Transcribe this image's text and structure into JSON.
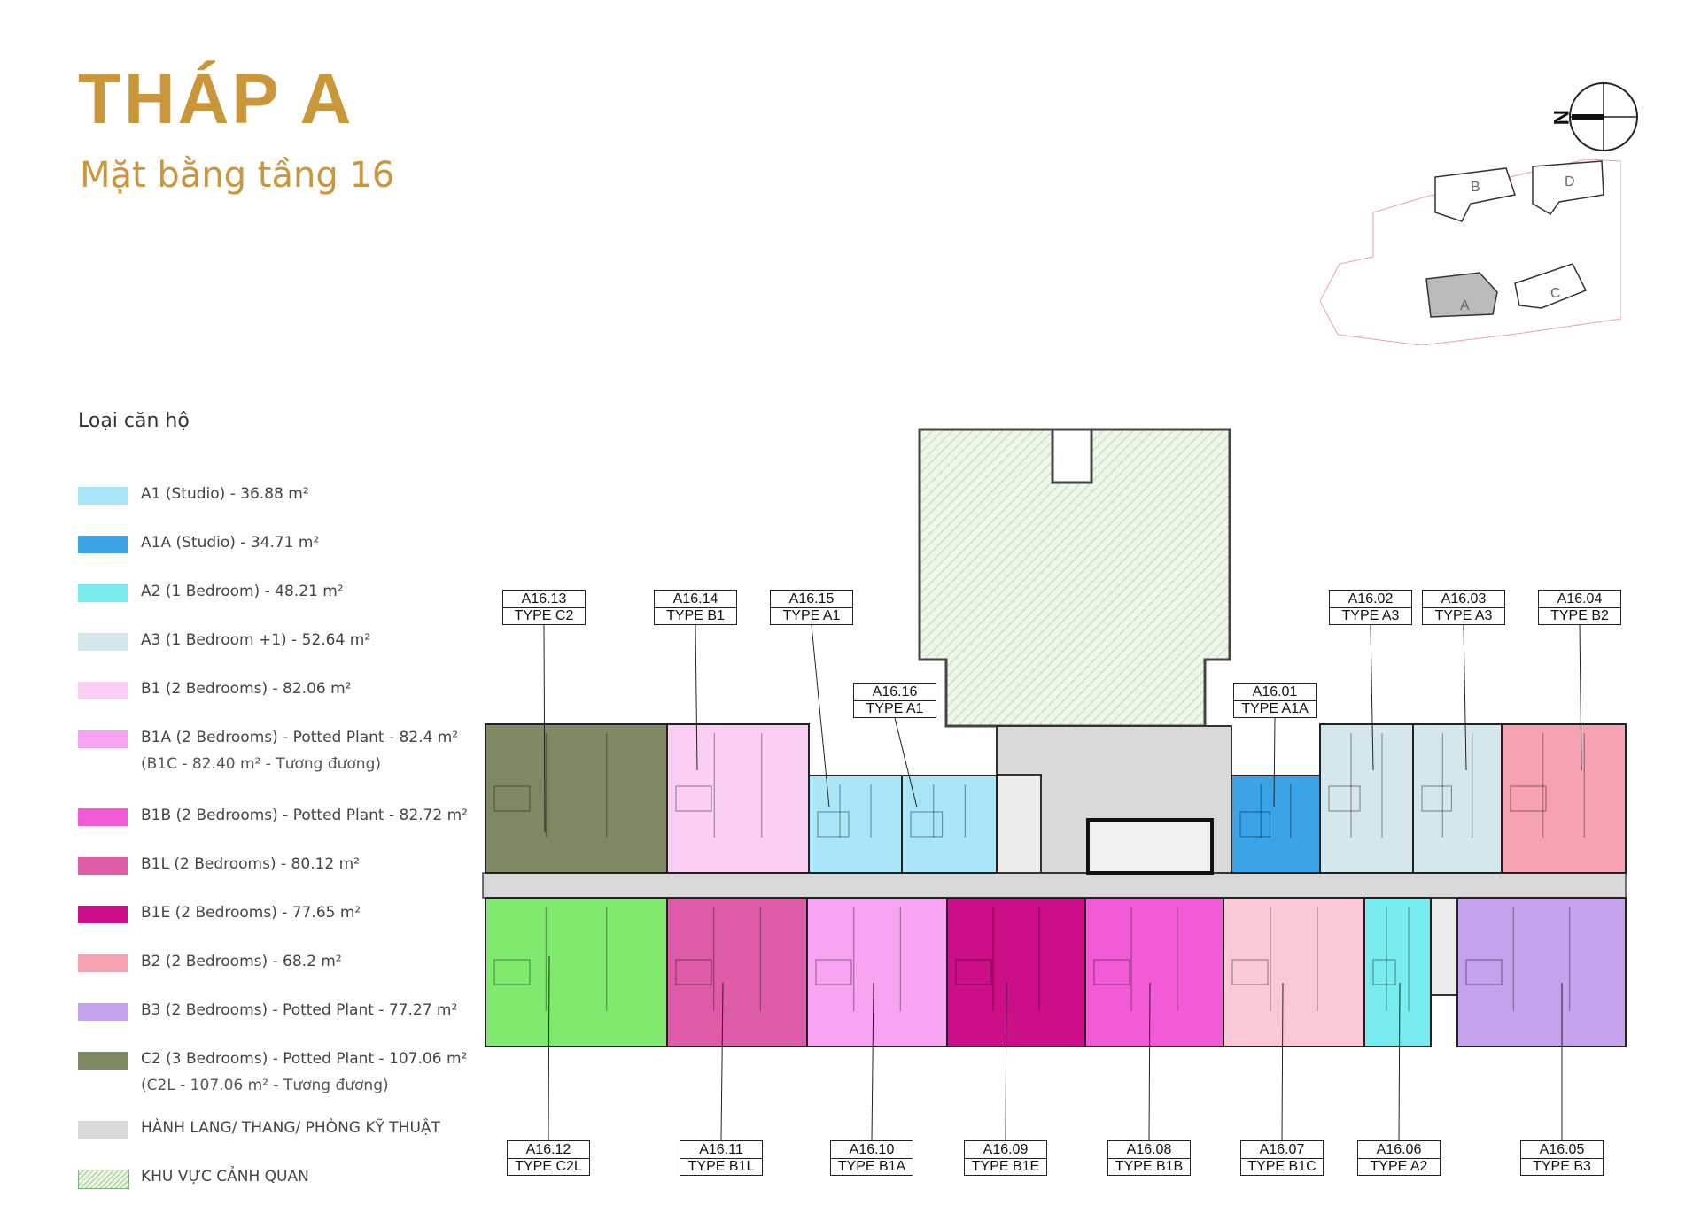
{
  "header": {
    "title": "THÁP A",
    "subtitle": "Mặt bằng tầng 16"
  },
  "compass": {
    "north_label": "N"
  },
  "site_map": {
    "blocks": [
      "B",
      "D",
      "A",
      "C"
    ],
    "highlighted": "A"
  },
  "legend": {
    "title": "Loại căn hộ",
    "items": [
      {
        "label": "A1 (Studio) - 36.88 m²",
        "color": "#A9E6F7"
      },
      {
        "label": "A1A (Studio) - 34.71 m²",
        "color": "#3AA3E8"
      },
      {
        "label": "A2 (1 Bedroom) - 48.21 m²",
        "color": "#78ECEE"
      },
      {
        "label": "A3 (1 Bedroom +1) - 52.64 m²",
        "color": "#D4E7EC"
      },
      {
        "label": "B1 (2 Bedrooms) - 82.06 m²",
        "color": "#FBCFF4"
      },
      {
        "label": "B1A (2 Bedrooms) - Potted Plant - 82.4 m²",
        "sub": "(B1C - 82.40 m² - Tương đương)",
        "color": "#F7A3F2"
      },
      {
        "label": "B1B (2 Bedrooms) - Potted Plant - 82.72 m²",
        "color": "#F25AD8"
      },
      {
        "label": "B1L (2 Bedrooms) - 80.12 m²",
        "color": "#DE5BA8"
      },
      {
        "label": "B1E (2 Bedrooms) - 77.65 m²",
        "color": "#CC0F88"
      },
      {
        "label": "B2 (2 Bedrooms) - 68.2 m²",
        "color": "#F6A2B2"
      },
      {
        "label": "B3 (2 Bedrooms) - Potted Plant - 77.27 m²",
        "color": "#C5A2EE"
      },
      {
        "label": "C2 (3 Bedrooms) - Potted Plant - 107.06 m²",
        "sub": "(C2L - 107.06 m² - Tương đương)",
        "color": "#7E8B62"
      },
      {
        "label": "HÀNH LANG/ THANG/ PHÒNG KỸ THUẬT",
        "color": "#D9D9D9"
      },
      {
        "label": "KHU VỰC CẢNH QUAN",
        "color": "hatch"
      }
    ]
  },
  "units": [
    {
      "id": "A16.13",
      "type": "TYPE C2",
      "color": "#7E8B62"
    },
    {
      "id": "A16.14",
      "type": "TYPE B1",
      "color": "#FBCFF4"
    },
    {
      "id": "A16.15",
      "type": "TYPE A1",
      "color": "#A9E6F7"
    },
    {
      "id": "A16.16",
      "type": "TYPE A1",
      "color": "#A9E6F7"
    },
    {
      "id": "A16.01",
      "type": "TYPE A1A",
      "color": "#3AA3E8"
    },
    {
      "id": "A16.02",
      "type": "TYPE A3",
      "color": "#D4E7EC"
    },
    {
      "id": "A16.03",
      "type": "TYPE A3",
      "color": "#D4E7EC"
    },
    {
      "id": "A16.04",
      "type": "TYPE B2",
      "color": "#F6A2B2"
    },
    {
      "id": "A16.12",
      "type": "TYPE C2L",
      "color": "#7FEA6E"
    },
    {
      "id": "A16.11",
      "type": "TYPE B1L",
      "color": "#DE5BA8"
    },
    {
      "id": "A16.10",
      "type": "TYPE B1A",
      "color": "#F7A3F2"
    },
    {
      "id": "A16.09",
      "type": "TYPE B1E",
      "color": "#CC0F88"
    },
    {
      "id": "A16.08",
      "type": "TYPE B1B",
      "color": "#F25AD8"
    },
    {
      "id": "A16.07",
      "type": "TYPE B1C",
      "color": "#FBC9D6"
    },
    {
      "id": "A16.06",
      "type": "TYPE A2",
      "color": "#78ECEE"
    },
    {
      "id": "A16.05",
      "type": "TYPE B3",
      "color": "#C5A2EE"
    }
  ],
  "colors": {
    "accent": "#C9963A",
    "corridor": "#D9D9D9",
    "landscape": "#EAF5E3"
  }
}
